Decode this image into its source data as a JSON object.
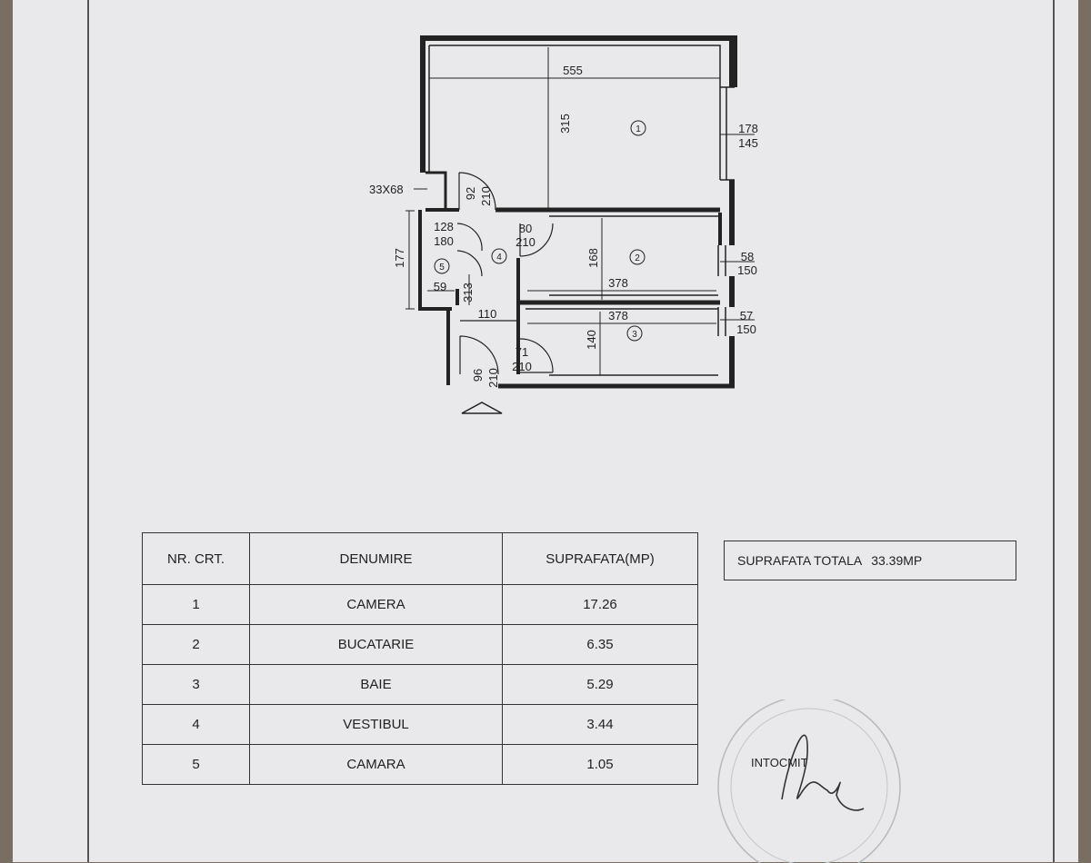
{
  "plan": {
    "window_size": "33X68",
    "dims": {
      "room1_width": "555",
      "room1_depth": "315",
      "win1_width": "178",
      "win1_height": "145",
      "door_room1_width": "92",
      "door_room1_height": "210",
      "door_camara_width": "128",
      "door_camara_height": "180",
      "door_kitchen_width": "80",
      "door_kitchen_height": "210",
      "camara_depth": "177",
      "camara_width": "59",
      "hall_depth": "313",
      "hall_width": "110",
      "kitchen_depth": "168",
      "kitchen_width": "378",
      "win2_width": "58",
      "win2_height": "150",
      "bath_width": "378",
      "bath_depth": "140",
      "win3_width": "57",
      "win3_height": "150",
      "door_bath_width": "71",
      "door_bath_height": "210",
      "door_entry_width": "96",
      "door_entry_height": "210"
    },
    "room_numbers": [
      "1",
      "2",
      "3",
      "4",
      "5"
    ]
  },
  "table": {
    "headers": [
      "NR. CRT.",
      "DENUMIRE",
      "SUPRAFATA(MP)"
    ],
    "rows": [
      {
        "nr": "1",
        "name": "CAMERA",
        "area": "17.26"
      },
      {
        "nr": "2",
        "name": "BUCATARIE",
        "area": "6.35"
      },
      {
        "nr": "3",
        "name": "BAIE",
        "area": "5.29"
      },
      {
        "nr": "4",
        "name": "VESTIBUL",
        "area": "3.44"
      },
      {
        "nr": "5",
        "name": "CAMARA",
        "area": "1.05"
      }
    ]
  },
  "total": {
    "label": "SUPRAFATA TOTALA",
    "value": "33.39MP"
  },
  "signer": {
    "label": "INTOCMIT"
  },
  "colors": {
    "paper": "#e9e9eb",
    "ink": "#222222",
    "background": "#7a6e62"
  }
}
